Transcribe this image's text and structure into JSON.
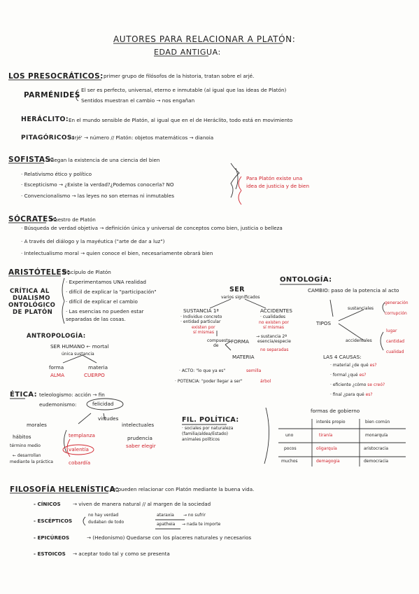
{
  "header": {
    "title": "AUTORES PARA RELACIONAR A PLATÓN:",
    "subtitle": "EDAD ANTIGUA:"
  },
  "presocraticos": {
    "label": "LOS PRESOCRÁTICOS:",
    "desc": "primer grupo de filósofos de la historia, tratan sobre el arjé.",
    "parmenides": {
      "label": "PARMÉNIDES",
      "line1": "El ser es perfecto, universal, eterno e inmutable (al igual que las ideas de Platón)",
      "line2": "Sentidos muestran el cambio → nos engañan"
    },
    "heraclito": {
      "label": "HERÁCLITO:",
      "text": "En el mundo sensible de Platón, al igual que en el de Heráclito, todo está en movimiento"
    },
    "pitagoricos": {
      "label": "PITAGÓRICOS:",
      "text": "'arjé' → número // Platón: objetos matemáticos → dianoia"
    }
  },
  "sofistas": {
    "label": "SOFISTAS:",
    "desc": "Niegan la existencia de una ciencia del bien",
    "items": [
      "· Relativismo ético y político",
      "· Escepticismo → ¿Existe la verdad?¿Podemos conocerla? NO",
      "· Convencionalismo → las leyes no son eternas ni inmutables"
    ],
    "note1": "Para Platón existe una",
    "note2": "idea de justicia y de bien"
  },
  "socrates": {
    "label": "SÓCRATES:",
    "desc": "Maestro de Platón",
    "items": [
      "· Búsqueda de verdad objetiva → definición única y universal de conceptos como bien, justicia o belleza",
      "· A través del diálogo y la mayéutica (\"arte de dar a luz\")",
      "· Intelectualismo moral → quien conoce el bien, necesariamente obrará bien"
    ]
  },
  "aristoteles": {
    "label": "ARISTÓTELES:",
    "desc": "Discípulo de Platón",
    "critica": [
      "CRÍTICA AL",
      "DUALISMO",
      "ONTOLÓGICO",
      "DE PLATÓN"
    ],
    "critica_items": [
      "· Experimentamos UNA realidad",
      "· difícil de explicar la \"participación\"",
      "· difícil de explicar el cambio",
      "· Las esencias no pueden estar",
      "  separadas de las cosas."
    ],
    "antropologia": {
      "label": "ANTROPOLOGÍA:",
      "ser_humano": "SER HUMANO ← mortal",
      "unica": "única sustancia",
      "forma": "forma",
      "alma": "ALMA",
      "materia": "materia",
      "cuerpo": "CUERPO"
    },
    "ser": {
      "label": "SER",
      "varios": "varios significados",
      "sustancia": "SUSTANCIA 1ª",
      "sust_items": [
        "· Individuo concreto",
        "· entidad particular"
      ],
      "existen": [
        "existen por",
        "sí mismas"
      ],
      "accidentes": "ACCIDENTES",
      "acc_items": [
        "· cualidades"
      ],
      "no_existen": [
        "no existen por",
        "sí mismas"
      ],
      "compuesto": [
        "compuesto",
        "de"
      ],
      "forma": "FORMA",
      "sust2": [
        "→ sustancia 2ª",
        "esencia/especie"
      ],
      "no_separadas": "no separadas",
      "materia": "MATERIA",
      "acto_label": "· ACTO: \"lo que ya es\"",
      "acto_val": "semilla",
      "potencia_label": "· POTENCIA: \"poder llegar a ser\"",
      "potencia_val": "árbol"
    },
    "ontologia": {
      "label": "ONTOLOGÍA:",
      "cambio": "CAMBIO: paso de la potencia al acto",
      "tipos": "TIPOS",
      "sustanciales": "sustanciales",
      "generacion": "generación",
      "corrupcion": "corrupción",
      "accidentales": "accidentales",
      "lugar": "lugar",
      "cantidad": "cantidad",
      "cualidad": "cualidad",
      "causas_label": "LAS 4 CAUSAS:",
      "causas": [
        {
          "q": "· material ¿de qué ",
          "r": "es?"
        },
        {
          "q": "· formal ¿qué ",
          "r": "es?"
        },
        {
          "q": "· eficiente ¿cómo ",
          "r": "se creó?"
        },
        {
          "q": "· final ¿para qué ",
          "r": "es?"
        }
      ]
    },
    "etica": {
      "label": "ÉTICA:",
      "line1": "teleologismo: acción → fin",
      "eudemonismo": "eudemonismo:",
      "felicidad": "felicidad",
      "virtudes": "virtudes",
      "morales": "morales",
      "habitos": "hábitos",
      "termino": "término medio",
      "desarrollan": [
        "← desarrollan",
        "mediante la práctica"
      ],
      "templanza": "templanza",
      "valentia": "valentía",
      "cobardia": "cobardía",
      "intelectuales": "intelectuales",
      "prudencia": "prudencia",
      "saber_elegir": "saber elegir"
    },
    "politica": {
      "label": "FIL. POLÍTICA:",
      "items": [
        "· sociales por naturaleza",
        "(familia/aldea/Estado)",
        "animales políticos"
      ]
    },
    "gobierno": {
      "title": "formas de gobierno",
      "headers": [
        "",
        "interés propio",
        "bien común"
      ],
      "rows": [
        [
          "uno",
          "tiranía",
          "monarquía"
        ],
        [
          "pocos",
          "oligarquía",
          "aristocracia"
        ],
        [
          "muchos",
          "demagogia",
          "democracia"
        ]
      ]
    }
  },
  "helenistica": {
    "label": "FILOSOFÍA HELENÍSTICA:",
    "desc": "se pueden relacionar con Platón mediante la buena vida.",
    "cinicos": {
      "label": "- CÍNICOS",
      "text": "→ viven de manera natural // al margen de la sociedad"
    },
    "escepticos": {
      "label": "- ESCÉPTICOS",
      "a": "no hay verdad",
      "b": "dudaban de todo",
      "ataraxia": "ataraxia",
      "ataraxia_t": "→ no sufrir",
      "apatheia": "apatheia",
      "apatheia_t": "→ nada te importe"
    },
    "epicureos": {
      "label": "- EPICÚREOS",
      "text": "→ (Hedonismo) Quedarse con los placeres naturales y necesarios"
    },
    "estoicos": {
      "label": "- ESTOICOS",
      "text": "→ aceptar todo tal y como se presenta"
    }
  }
}
